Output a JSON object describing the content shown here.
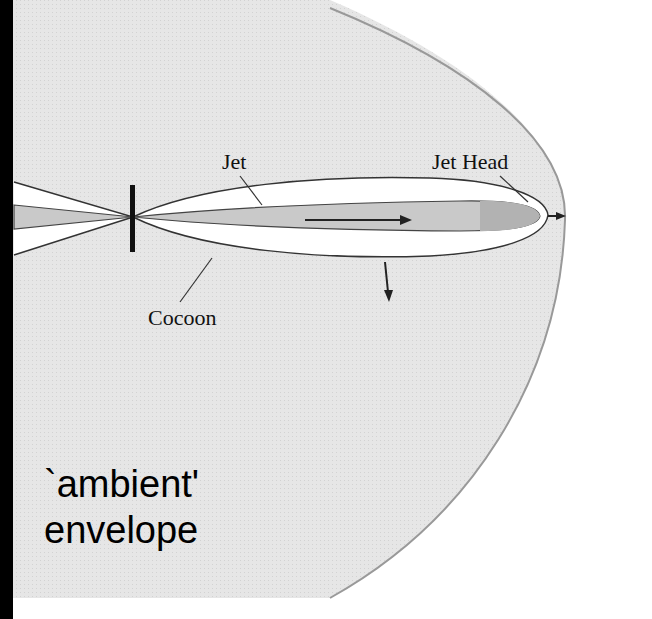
{
  "diagram": {
    "labels": [
      "Jet",
      "Jet Head",
      "Cocoon",
      "`ambient' envelope"
    ]
  }
}
